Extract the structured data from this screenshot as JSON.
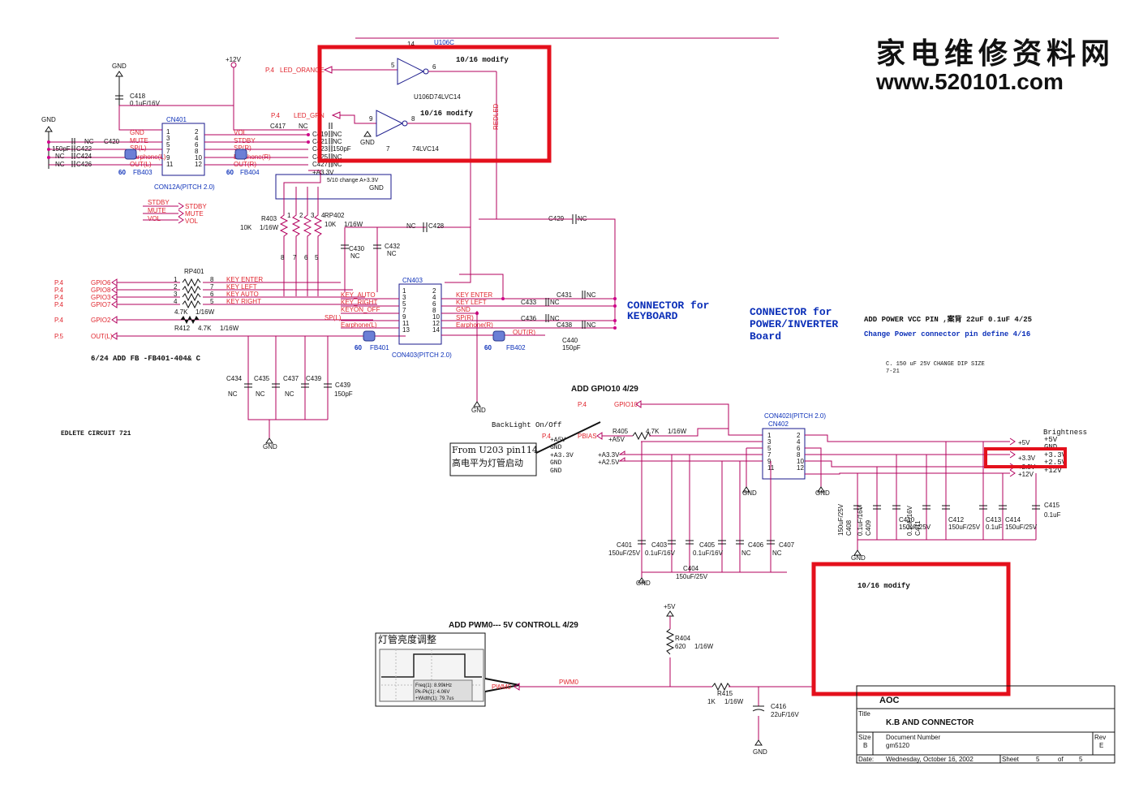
{
  "watermark": {
    "line1": "家电维修资料网",
    "line2": "www.520101.com"
  },
  "titleblock": {
    "company": "AOC",
    "title_label": "Title",
    "title": "K.B AND CONNECTOR",
    "size_label": "Size",
    "size": "B",
    "docnum_label": "Document Number",
    "docnum": "gm5120",
    "rev_label": "Rev",
    "rev": "E",
    "date_label": "Date:",
    "date": "Wednesday, October 16, 2002",
    "sheet_label": "Sheet",
    "sheet": "5",
    "of_label": "of",
    "sheets": "5"
  },
  "notes": {
    "modify_top1": "10/16 modify",
    "modify_top2": "10/16 modify",
    "modify_bottom": "10/16 modify",
    "conn_keyboard": [
      "CONNECTOR for",
      "KEYBOARD"
    ],
    "conn_power": [
      "CONNECTOR for",
      "POWER/INVERTER",
      "Board"
    ],
    "add_power": "ADD    POWER VCC PIN ,案背     22uF  0.1uF 4/25",
    "change_power": "Change Power connector pin define 4/16",
    "c150": "C. 150 uF 25V CHANGE DIP SIZE",
    "c150_date": "7-21",
    "add_fb": "6/24 ADD FB -FB401-404& C",
    "edlete": "EDLETE CIRCUIT 721",
    "add_gpio10": "ADD GPIO10 4/29",
    "add_pwm": "ADD PWM0--- 5V CONTROLL 4/29",
    "backlight": "BackLight On/Off",
    "from_u203": "From  U203  pin114",
    "high_level": "高电平为灯管启动",
    "lamp_adjust": "灯管亮度调整",
    "change_5_10": "5/10 change A+3.3V",
    "brightness": "Brightness"
  },
  "scope": {
    "freq": "Freq(1): 8.99kHz",
    "pkpk": "Pk-Pk(1): 4.06V",
    "width": "+Width(1): 79.7us"
  },
  "u106": {
    "ref": "U106C",
    "ref2": "U106D",
    "part1": "74LVC14",
    "part2": "74LVC14",
    "in1": "LED_ORANGE",
    "in2": "LED_GRN",
    "net_pre": "P.4",
    "net_pre2": "P.4",
    "pin5": "5",
    "pin6": "6",
    "pin9": "9",
    "pin8": "8",
    "pin14": "14",
    "pin7": "7",
    "redled": "REDLED",
    "gnd": "GND"
  },
  "cn401": {
    "ref": "CN401",
    "name": "CON12A(PITCH 2.0)",
    "left_pins": [
      "1",
      "3",
      "5",
      "7",
      "9",
      "11"
    ],
    "right_pins": [
      "2",
      "4",
      "6",
      "8",
      "10",
      "12"
    ],
    "left_nets": [
      "GND",
      "MUTE",
      "SP(L)",
      "Earphone(L)",
      "OUT(L)"
    ],
    "right_nets": [
      "VOL",
      "STDBY",
      "SP(R)",
      "Earphone(R)",
      "OUT(R)"
    ],
    "caps_left": [
      [
        "NC",
        "C420"
      ],
      [
        "150pF",
        "C422"
      ],
      [
        "NC",
        "C424"
      ],
      [
        "NC",
        "C426"
      ]
    ],
    "caps_right": [
      [
        "C417",
        "NC"
      ],
      [
        "C419",
        "NC"
      ],
      [
        "C421",
        "NC"
      ],
      [
        "C423",
        "150pF"
      ],
      [
        "C425",
        "NC"
      ],
      [
        "C427",
        "NC"
      ]
    ],
    "fb403": "FB403",
    "fb404": "FB404",
    "sixty": "60",
    "c418": "C418",
    "c418v": "0.1uF/16V",
    "gnd": "GND",
    "plus12": "+12V"
  },
  "ports": {
    "stdby": "STDBY",
    "mute": "MUTE",
    "vol": "VOL"
  },
  "rp": {
    "r403": "R403",
    "r403v": "10K",
    "r403t": "1/16W",
    "rp402": "RP402",
    "rp402v": "10K",
    "rp402t": "1/16W",
    "a33": "+A3.3V",
    "gnd": "GND",
    "pins_top": [
      "1",
      "2",
      "3",
      "4"
    ],
    "pins_bot": [
      "8",
      "7",
      "6",
      "5"
    ]
  },
  "caps_mid": {
    "c428": "C428",
    "c428v": "NC",
    "c429": "C429",
    "c429v": "NC",
    "c430": "C430",
    "c430v": "NC",
    "c432": "C432",
    "c432v": "NC"
  },
  "rp401": {
    "ref": "RP401",
    "val": "4.7K",
    "tol": "1/16W",
    "rows": [
      {
        "page": "P.4",
        "port": "GPIO6",
        "l": "1",
        "r": "8",
        "net": "KEY ENTER"
      },
      {
        "page": "P.4",
        "port": "GPIO8",
        "l": "2",
        "r": "7",
        "net": "KEY LEFT"
      },
      {
        "page": "P.4",
        "port": "GPIO3",
        "l": "3",
        "r": "6",
        "net": "KEY AUTO"
      },
      {
        "page": "P.4",
        "port": "GPIO7",
        "l": "4",
        "r": "5",
        "net": "KEY RIGHT"
      }
    ],
    "gpio2_page": "P.4",
    "gpio2": "GPIO2",
    "r412": "R412",
    "r412v": "4.7K",
    "r412t": "1/16W",
    "outl_page": "P.5",
    "outl": "OUT(L)"
  },
  "cn403": {
    "ref": "CN403",
    "name": "CON403(PITCH 2.0)",
    "left_pins": [
      "1",
      "3",
      "5",
      "7",
      "9",
      "11",
      "13"
    ],
    "right_pins": [
      "2",
      "4",
      "6",
      "8",
      "10",
      "12",
      "14"
    ],
    "left_nets": [
      "KEY_AUTO",
      "KEY_RIGHT",
      "KEYON_OFF",
      "SP(L)",
      "Earphone(L)"
    ],
    "right_nets": [
      "KEY ENTER",
      "KEY LEFT",
      "GND",
      "SP(R)",
      "Earphone(R)",
      "OUT(R)"
    ],
    "fb401": "FB401",
    "fb402": "FB402",
    "sixty": "60",
    "caps": [
      [
        "C433",
        "NC"
      ],
      [
        "C431",
        "NC"
      ],
      [
        "C436",
        "NC"
      ],
      [
        "C438",
        "NC"
      ],
      [
        "C440",
        "150pF"
      ]
    ],
    "gnd": "GND"
  },
  "caps_low": [
    {
      "ref": "C434",
      "val": "NC"
    },
    {
      "ref": "C435",
      "val": "NC"
    },
    {
      "ref": "C437",
      "val": "NC"
    },
    {
      "ref": "C439",
      "val": "150pF"
    }
  ],
  "cn402": {
    "ref": "CN402",
    "name": "CON402I(PITCH 2.0)",
    "left_pins": [
      "1",
      "3",
      "5",
      "7",
      "9",
      "11"
    ],
    "right_pins": [
      "2",
      "4",
      "6",
      "8",
      "10",
      "12"
    ],
    "gpio10_page": "P.4",
    "gpio10": "GPIO10",
    "pbias_page": "P.4",
    "pbias": "PBIAS",
    "r405": "R405",
    "r405v": "4.7K",
    "r405t": "1/16W",
    "left_rails": [
      "+A5V",
      "+A3.3V",
      "+A2.5V"
    ],
    "right_rails": [
      "+5V",
      "+3.3V",
      "+2.5V",
      "+12V"
    ],
    "legend": [
      "+5V",
      "GND",
      "+3.3V",
      "+2.5V",
      "+12V"
    ],
    "overlay": [
      "+A5V",
      "GND",
      "+A3.3V",
      "GND",
      "GND"
    ],
    "gnd": "GND"
  },
  "cap_bank_low": [
    {
      "ref": "C401",
      "val": "150uF/25V"
    },
    {
      "ref": "C403",
      "val": "0.1uF/16V"
    },
    {
      "ref": "C404",
      "val": "150uF/25V"
    },
    {
      "ref": "C405",
      "val": "0.1uF/16V"
    },
    {
      "ref": "C406",
      "val": "NC"
    },
    {
      "ref": "C407",
      "val": "NC"
    }
  ],
  "cap_bank_high": [
    {
      "ref": "C408",
      "val": "150uF/25V"
    },
    {
      "ref": "C409",
      "val": "0.1uF/16V"
    },
    {
      "ref": "C410",
      "val": "150uF/25V"
    },
    {
      "ref": "C411",
      "val": "0.1uF/16V"
    },
    {
      "ref": "C412",
      "val": "150uF/25V"
    },
    {
      "ref": "C413",
      "val": "0.1uF"
    },
    {
      "ref": "C414",
      "val": "150uF/25V"
    },
    {
      "ref": "C415",
      "val": "0.1uF"
    }
  ],
  "pwm": {
    "page": "P.4",
    "port": "PWM0",
    "net": "PWM0",
    "plus5": "+5V",
    "r404": "R404",
    "r404v": "620",
    "r404t": "1/16W",
    "r415": "R415",
    "r415v": "1K",
    "r415t": "1/16W",
    "c416": "C416",
    "c416v": "22uF/16V",
    "gnd": "GND"
  }
}
